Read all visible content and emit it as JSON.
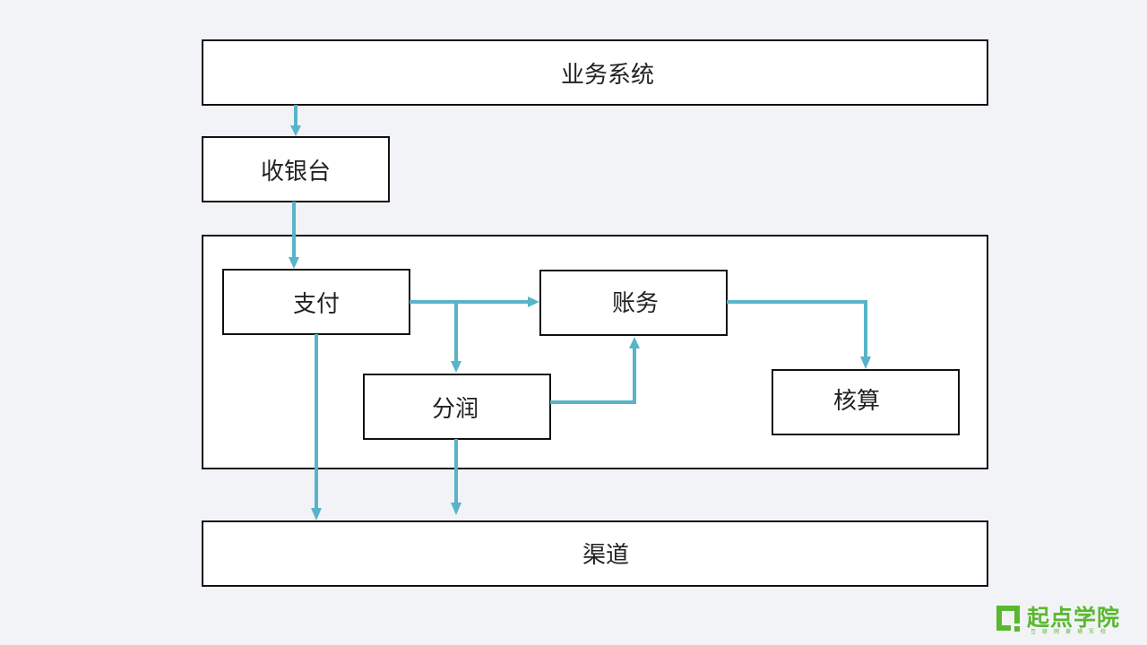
{
  "boxes": {
    "business_system": "业务系统",
    "cashier": "收银台",
    "payment": "支付",
    "accounts": "账务",
    "profit_sharing": "分润",
    "accounting": "核算",
    "channel": "渠道"
  },
  "logo": {
    "name": "起点学院",
    "tagline": "互联网黄埔军校"
  },
  "colors": {
    "arrow": "#58b4c8",
    "box_border": "#111111",
    "background": "#f2f3f7",
    "logo": "#59b92e"
  }
}
